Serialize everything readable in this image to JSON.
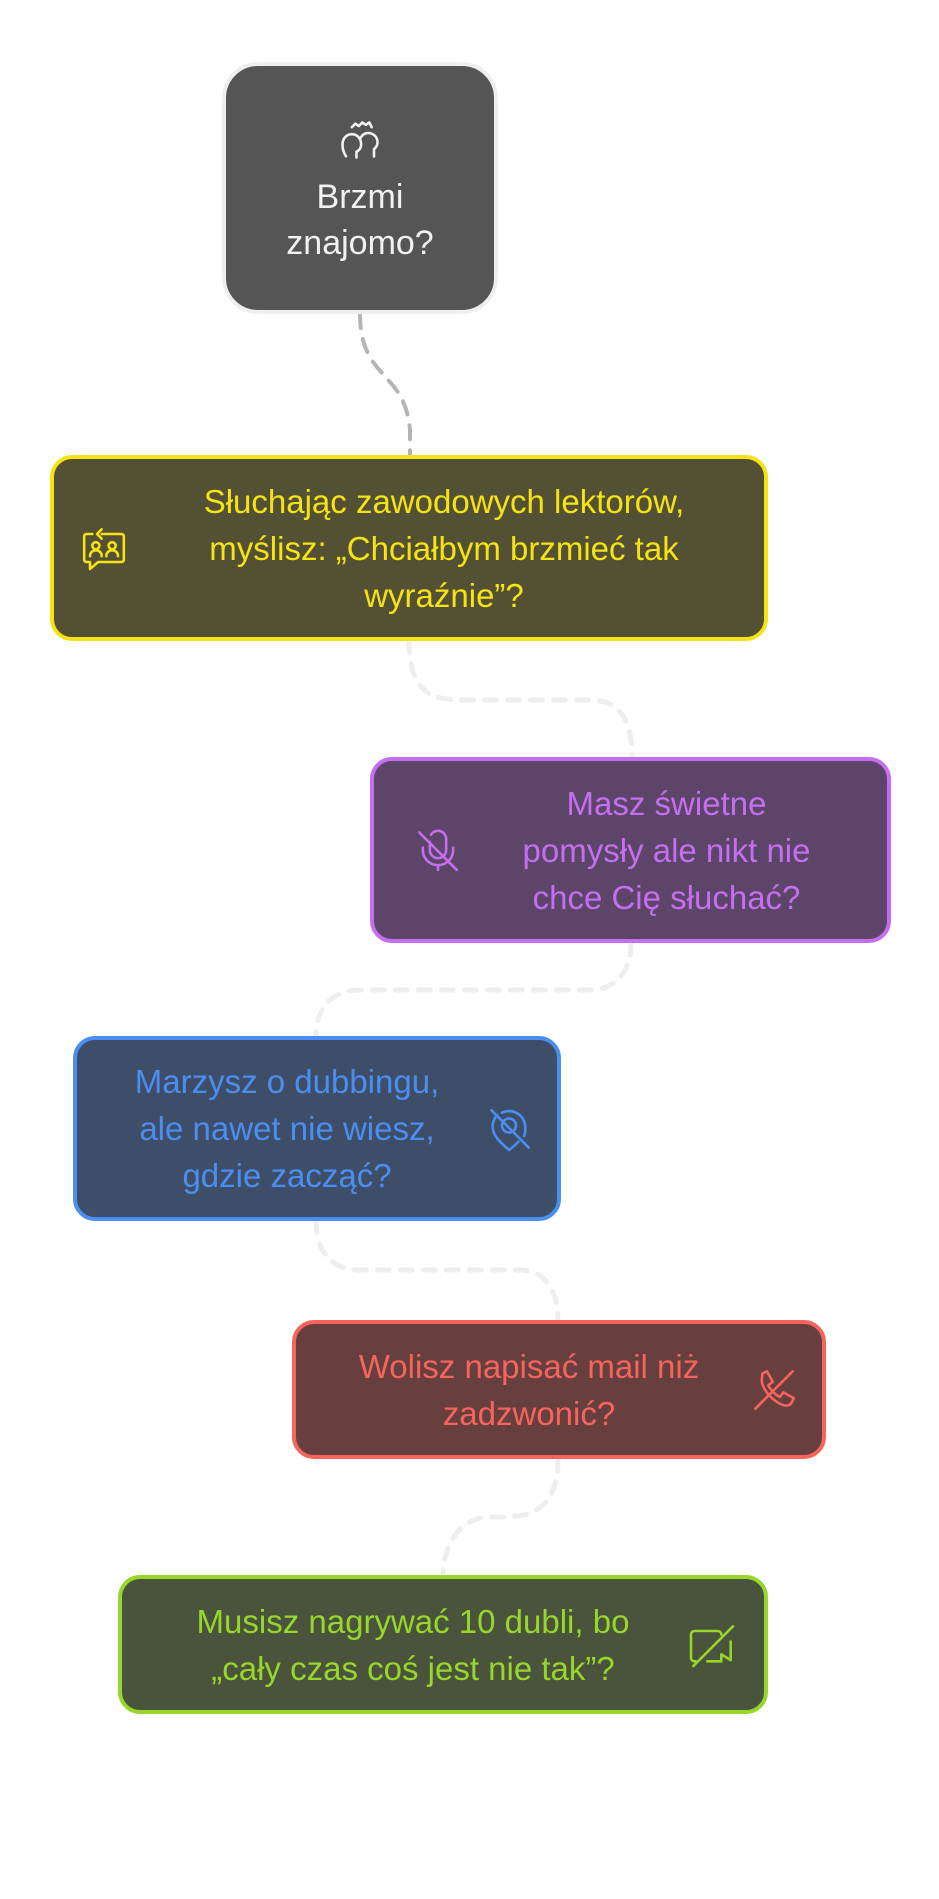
{
  "diagram": {
    "type": "vertical-flow",
    "connector_style": "dashed-curve",
    "nodes": [
      {
        "id": "n0",
        "text": "Brzmi znajomo?",
        "lines": [
          "Brzmi",
          "znajomo?"
        ],
        "icon": "people-thinking-icon",
        "fill": "#555555",
        "stroke": "#efefef",
        "text_color": "#f1f1f1"
      },
      {
        "id": "n1",
        "text": "Słuchając zawodowych lektorów, myślisz: „Chciałbym brzmieć tak wyraźnie”?",
        "lines": [
          "Słuchając zawodowych lektorów,",
          "myślisz: „Chciałbym brzmieć tak",
          "wyraźnie”?"
        ],
        "icon": "chat-swap-users-icon",
        "fill": "#545033",
        "stroke": "#f5e313",
        "text_color": "#f5e313"
      },
      {
        "id": "n2",
        "text": "Masz świetne pomysły ale nikt nie chce Cię słuchać?",
        "lines": [
          "Masz świetne",
          "pomysły ale nikt nie",
          "chce Cię słuchać?"
        ],
        "icon": "microphone-off-icon",
        "fill": "#5d4469",
        "stroke": "#c66ef0",
        "text_color": "#c66ef0"
      },
      {
        "id": "n3",
        "text": "Marzysz o dubbingu, ale nawet nie wiesz, gdzie zacząć?",
        "lines": [
          "Marzysz o dubbingu,",
          "ale nawet nie wiesz,",
          "gdzie zacząć?"
        ],
        "icon": "location-off-icon",
        "fill": "#3f4e68",
        "stroke": "#4a8ef2",
        "text_color": "#4a8ef2"
      },
      {
        "id": "n4",
        "text": "Wolisz napisać mail niż zadzwonić?",
        "lines": [
          "Wolisz napisać mail niż",
          "zadzwonić?"
        ],
        "icon": "phone-off-icon",
        "fill": "#683f3f",
        "stroke": "#f6645c",
        "text_color": "#f6645c"
      },
      {
        "id": "n5",
        "text": "Musisz nagrywać 10 dubli, bo „cały czas coś jest nie tak”?",
        "lines": [
          "Musisz nagrywać 10 dubli, bo",
          "„cały czas coś jest nie tak”?"
        ],
        "icon": "video-off-icon",
        "fill": "#4a533b",
        "stroke": "#98d62c",
        "text_color": "#98d62c"
      }
    ],
    "edges": [
      {
        "from": "n0",
        "to": "n1",
        "color": "#b5b5b5"
      },
      {
        "from": "n1",
        "to": "n2",
        "color": "#eeeeee"
      },
      {
        "from": "n2",
        "to": "n3",
        "color": "#eeeeee"
      },
      {
        "from": "n3",
        "to": "n4",
        "color": "#eeeeee"
      },
      {
        "from": "n4",
        "to": "n5",
        "color": "#eeeeee"
      }
    ]
  }
}
